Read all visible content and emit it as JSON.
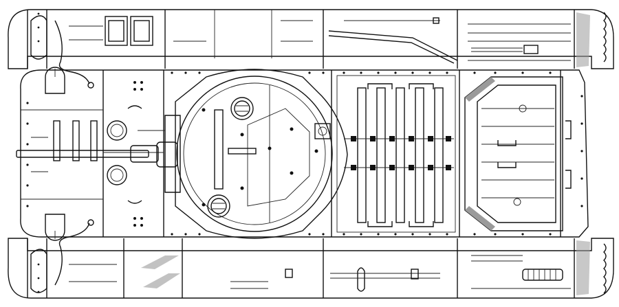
{
  "figure": {
    "colors": {
      "ink": "#111111",
      "paper": "#ffffff",
      "hatch": "#9a9a9a"
    },
    "parts": [
      "upper-track-guard",
      "lower-track-guard",
      "hull",
      "front-glacis",
      "driver-hatches",
      "turret",
      "main-gun",
      "turret-hatch-left",
      "turret-hatch-right",
      "engine-deck-louvres",
      "rear-radiator-grille",
      "exhaust-silencer",
      "towing-cable",
      "headlamp-left",
      "headlamp-right",
      "pioneer-tools"
    ]
  }
}
